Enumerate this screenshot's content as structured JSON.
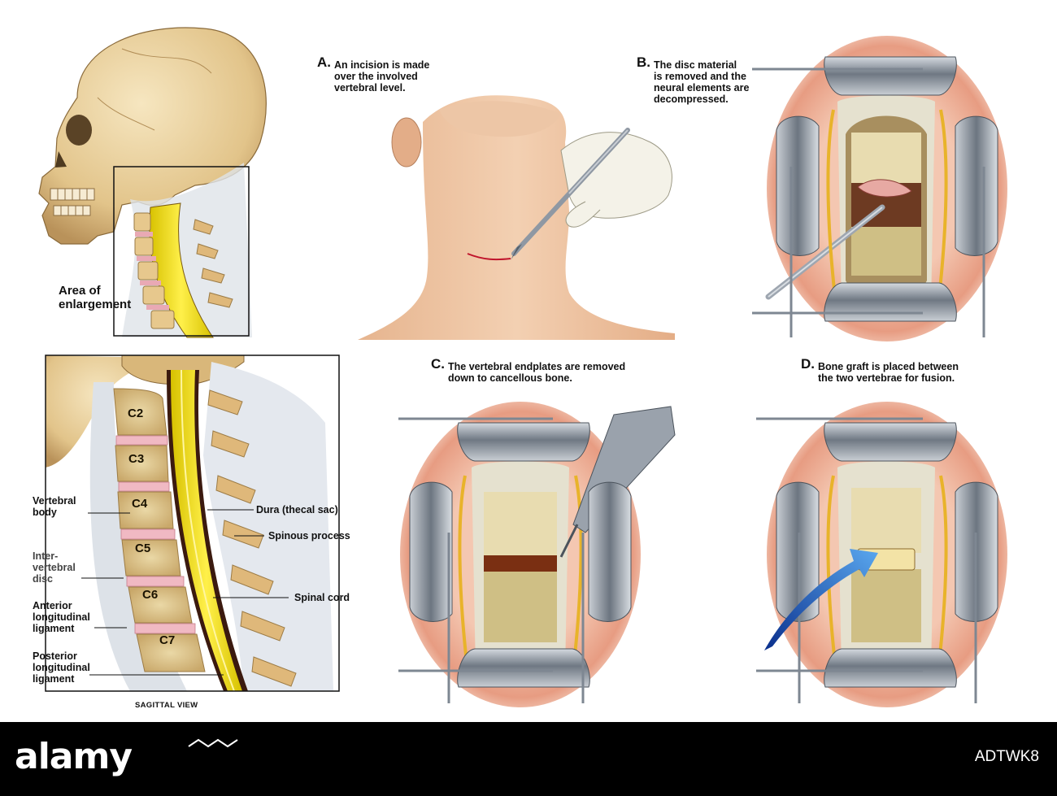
{
  "labels": {
    "area_of_enlargement": "Area of\nenlargement",
    "vertebral_body": "Vertebral\nbody",
    "intervertebral_disc": "Inter-\nvertebral\ndisc",
    "anterior_ligament": "Anterior\nlongitudinal\nligament",
    "posterior_ligament": "Posterior\nlongitudinal\nligament",
    "dura": "Dura (thecal sac)",
    "spinous_process": "Spinous process",
    "spinal_cord": "Spinal cord",
    "sagittal_view": "SAGITTAL VIEW"
  },
  "vertebrae": [
    "C2",
    "C3",
    "C4",
    "C5",
    "C6",
    "C7"
  ],
  "steps": [
    {
      "letter": "A.",
      "text": "An incision is made\nover the involved\nvertebral level."
    },
    {
      "letter": "B.",
      "text": "The disc material\nis removed and the\nneural elements are\ndecompressed."
    },
    {
      "letter": "C.",
      "text": "The vertebral endplates are removed\ndown to cancellous bone."
    },
    {
      "letter": "D.",
      "text": "Bone graft is placed between\nthe two vertebrae for fusion."
    }
  ],
  "footer": {
    "brand": "alamy",
    "image_id": "ADTWK8"
  },
  "colors": {
    "bone": "#e8c98e",
    "spinal_cord": "#f3e21a",
    "disc": "#e7a7b2",
    "retractor": "#8f98a3",
    "tissue": "#efb39a",
    "footer": "#000000"
  }
}
